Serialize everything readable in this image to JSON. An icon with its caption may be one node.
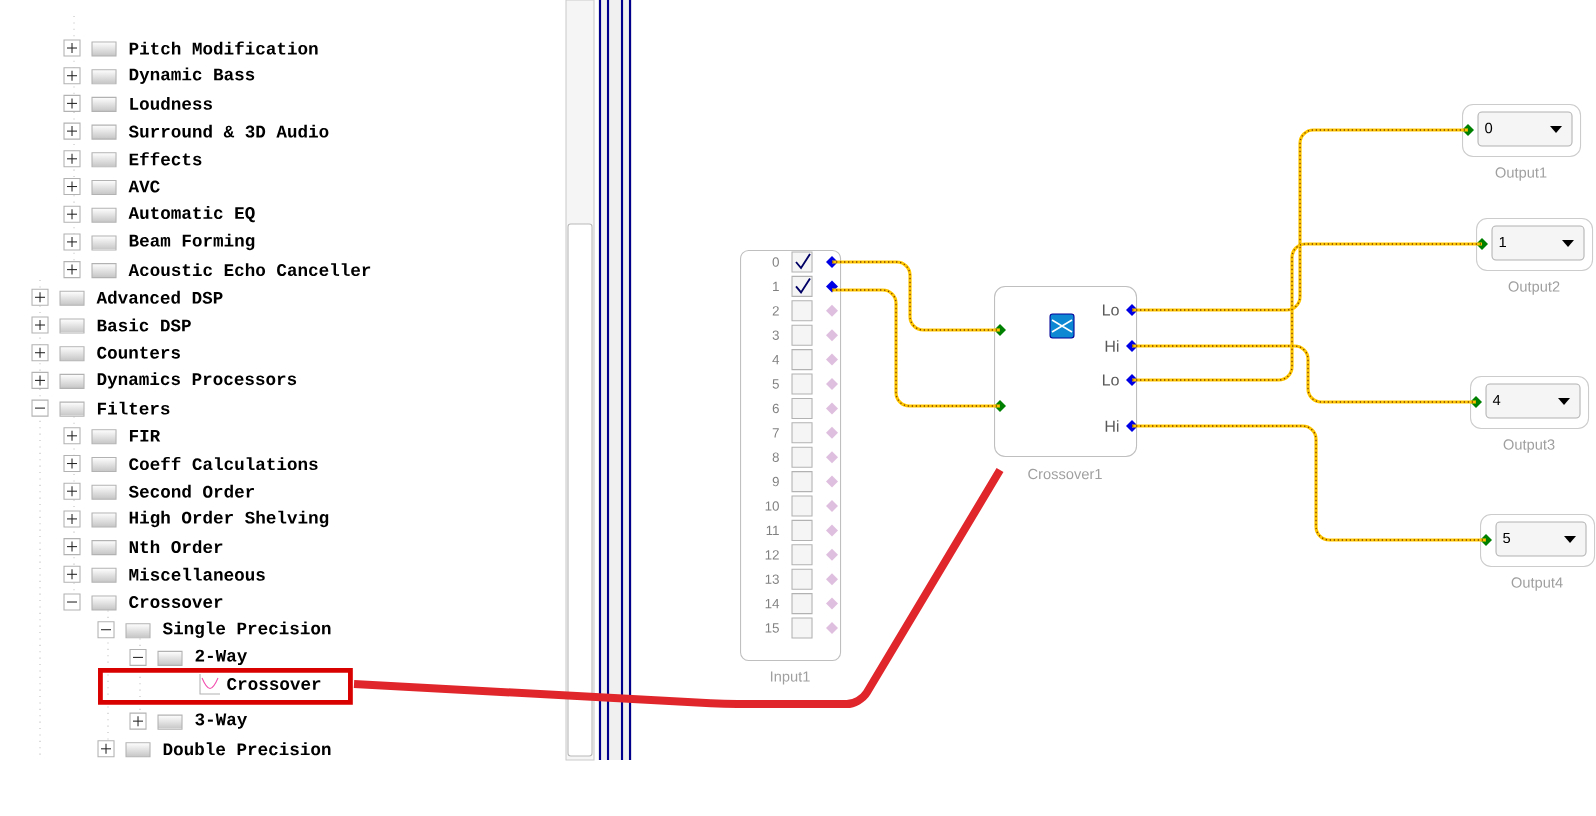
{
  "diagram": {
    "nodes": [
      {
        "text": [
          "Crossover"
        ]
      },
      {
        "text": [
          "0",
          "1",
          "2",
          "3",
          "4",
          "5",
          "6",
          "7",
          "8",
          "9",
          "10",
          "11",
          "12",
          "13",
          "14",
          "15"
        ],
        "beside": [
          "Input1"
        ]
      },
      {
        "text": [
          "Lo",
          "Hi",
          "Lo",
          "Hi"
        ],
        "beside": [
          "Crossover1"
        ]
      },
      {
        "text": [
          "0"
        ],
        "beside": [
          "Output1"
        ]
      },
      {
        "text": [
          "1"
        ],
        "beside": [
          "Output2"
        ]
      },
      {
        "text": [
          "4"
        ],
        "beside": [
          "Output3"
        ]
      },
      {
        "text": [
          "5"
        ],
        "beside": [
          "Output4"
        ]
      }
    ],
    "edges": [
      {
        "from": 0,
        "to": 2,
        "arrow": "none",
        "style": "thick",
        "color": "#e0262b"
      },
      {
        "from": 1,
        "to": 2,
        "arrow": "none"
      },
      {
        "from": 1,
        "to": 2,
        "arrow": "none"
      },
      {
        "from": 2,
        "to": 3,
        "arrow": "none"
      },
      {
        "from": 2,
        "to": 4,
        "arrow": "none"
      },
      {
        "from": 2,
        "to": 5,
        "arrow": "none"
      },
      {
        "from": 2,
        "to": 6,
        "arrow": "none"
      }
    ],
    "labels": [
      "Pitch Modification",
      "Dynamic Bass",
      "Loudness",
      "Surround & 3D Audio",
      "Effects",
      "AVC",
      "Automatic EQ",
      "Beam Forming",
      "Acoustic Echo Canceller",
      "Advanced DSP",
      "Basic DSP",
      "Counters",
      "Dynamics Processors",
      "Filters",
      "FIR",
      "Coeff Calculations",
      "Second Order",
      "High Order Shelving",
      "Nth Order",
      "Miscellaneous",
      "Crossover",
      "Single Precision",
      "2-Way",
      "3-Way",
      "Double Precision"
    ]
  }
}
